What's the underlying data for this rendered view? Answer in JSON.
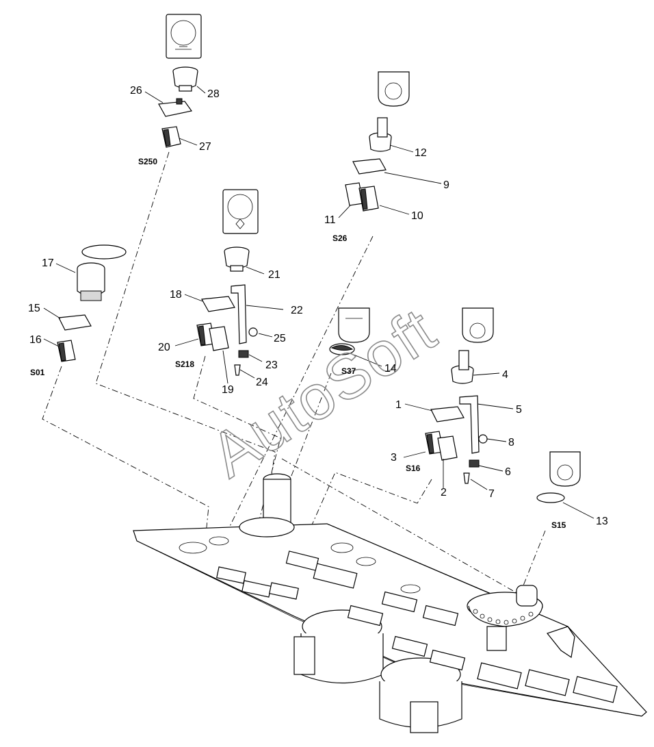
{
  "watermark": "AutoSoft",
  "diagram": {
    "part_numbers": [
      "1",
      "2",
      "3",
      "4",
      "5",
      "6",
      "7",
      "8",
      "9",
      "10",
      "11",
      "12",
      "13",
      "14",
      "15",
      "16",
      "17",
      "18",
      "19",
      "20",
      "21",
      "22",
      "23",
      "24",
      "25",
      "26",
      "27",
      "28"
    ],
    "switch_labels": [
      "S250",
      "S26",
      "S218",
      "S37",
      "S01",
      "S16",
      "S15"
    ]
  }
}
